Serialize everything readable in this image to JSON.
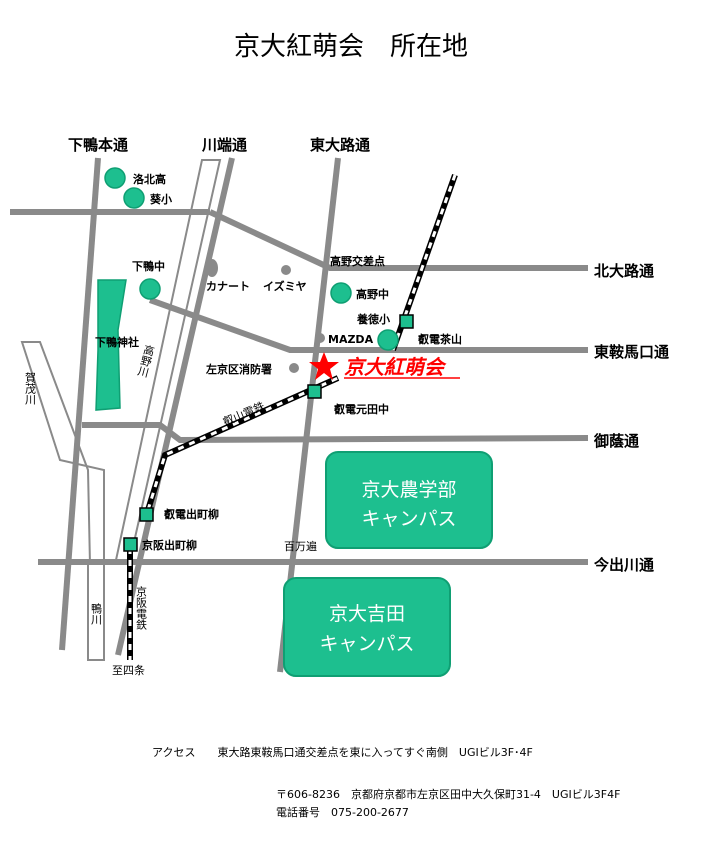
{
  "title": "京大紅萌会　所在地",
  "roads": {
    "shimogamo_hondori": "下鴨本通",
    "kawabata": "川端通",
    "higashioji": "東大路通",
    "kitaoji": "北大路通",
    "higashikurama": "東鞍馬口通",
    "mikage": "御蔭通",
    "imadegawa": "今出川通",
    "hyakumanben": "百万遍"
  },
  "rivers": {
    "kamo_v": "賀茂川",
    "takano_v": "高野川",
    "kamo2_v": "鴨川"
  },
  "landmarks": {
    "rakuhoku": "洛北高",
    "aoi": "葵小",
    "shimogamo_chu": "下鴨中",
    "shimogamo_jinja": "下鴨神社",
    "canart": "カナート",
    "izumiya": "イズミヤ",
    "takano_kousa": "高野交差点",
    "takano_chu": "高野中",
    "yotoku": "養徳小",
    "mazda": "MAZDA",
    "sakyo_fire": "左京区消防署",
    "eiden_line": "叡山電鉄",
    "keihan_v": "京阪電鉄",
    "shijo": "至四条"
  },
  "stations": {
    "chayama": "叡電茶山",
    "mototanaka": "叡電元田中",
    "demachi_eiden": "叡電出町柳",
    "demachi_keihan": "京阪出町柳"
  },
  "campus": {
    "agri_1": "京大農学部",
    "agri_2": "キャンパス",
    "yoshida_1": "京大吉田",
    "yoshida_2": "キャンパス"
  },
  "target_label": "京大紅萌会",
  "footer": {
    "access_label": "アクセス",
    "access_text": "東大路東鞍馬口通交差点を東に入ってすぐ南側　UGIビル3F･4F",
    "address": "〒606-8236　京都府京都市左京区田中大久保町31-4　UGIビル3F4F",
    "phone_label": "電話番号",
    "phone": "075-200-2677"
  },
  "colors": {
    "road": "#8a8a8a",
    "river_fill": "#ffffff",
    "green": "#1dbf8f",
    "green_dark": "#0f9f73",
    "target": "#ff0000"
  }
}
